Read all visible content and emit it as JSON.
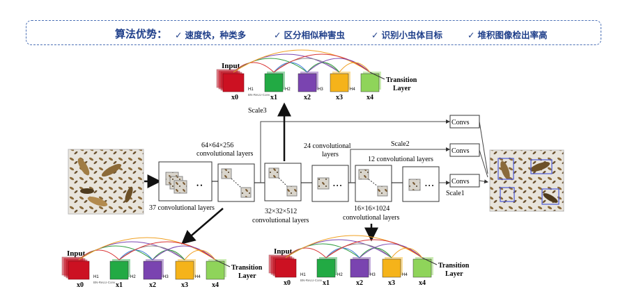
{
  "banner": {
    "title": "算法优势：",
    "items": [
      "速度快，种类多",
      "区分相似种害虫",
      "识别小虫体目标",
      "堆积图像检出率高"
    ],
    "check": "✓"
  },
  "dense_block": {
    "input": "Input",
    "transition": "Transition",
    "layer": "Layer",
    "nodes": [
      "x0",
      "x1",
      "x2",
      "x3",
      "x4"
    ],
    "h_labels": [
      "H1",
      "H2",
      "H3",
      "H4"
    ],
    "bn": "BN-ReLU-Conv"
  },
  "network": {
    "scale3": "Scale3",
    "scale2": "Scale2",
    "scale1": "Scale1",
    "convs": "Convs",
    "label_64": "64×64×256",
    "label_64b": "convolutional layers",
    "label_24": "24 convolutional",
    "label_24b": "layers",
    "label_12": "12 convolutional layers",
    "label_37": "37 convolutional layers",
    "label_32": "32×32×512",
    "label_32b": "convolutional layers",
    "label_16": "16×16×1024",
    "label_16b": "convolutional layers",
    "dots": "• • •"
  },
  "colors": {
    "banner_border": "#4a6fb5",
    "banner_text": "#1f3f8a",
    "red": "#cc1122",
    "green": "#22aa44",
    "purple": "#7a44b0",
    "orange": "#f5b31a",
    "lightgreen": "#8fd45a"
  }
}
